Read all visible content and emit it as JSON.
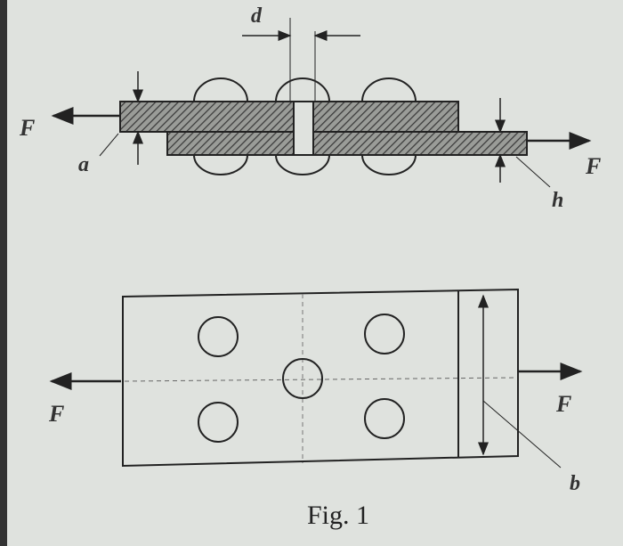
{
  "figure": {
    "caption": "Fig. 1",
    "labels": {
      "force_left_top": "F",
      "force_right_top": "F",
      "force_left_bottom": "F",
      "force_right_bottom": "F",
      "rivet_diameter": "d",
      "plate_thickness_a": "a",
      "plate_thickness_h": "h",
      "plate_width": "b"
    }
  }
}
